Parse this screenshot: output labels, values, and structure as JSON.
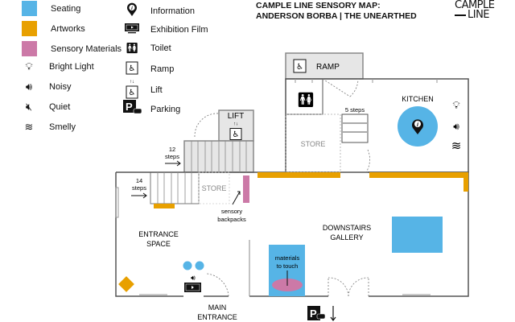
{
  "title": {
    "line1": "CAMPLE LINE SENSORY MAP:",
    "line2": "ANDERSON BORBA | THE UNEARTHED"
  },
  "logo": {
    "line1": "CAMPLE",
    "line2": "LINE"
  },
  "colors": {
    "seating": "#56b4e6",
    "artworks": "#e8a000",
    "sensory": "#cc79a7",
    "stairs": "#e6e6e6"
  },
  "legend": {
    "left": [
      {
        "label": "Seating",
        "icon": "seating-swatch"
      },
      {
        "label": "Artworks",
        "icon": "artworks-swatch"
      },
      {
        "label": "Sensory Materials",
        "icon": "sensory-swatch"
      },
      {
        "label": "Bright Light",
        "icon": "lightbulb-icon"
      },
      {
        "label": "Noisy",
        "icon": "speaker-loud-icon"
      },
      {
        "label": "Quiet",
        "icon": "speaker-muted-icon"
      },
      {
        "label": "Smelly",
        "icon": "smell-icon"
      }
    ],
    "right": [
      {
        "label": "Information",
        "icon": "info-pin-icon"
      },
      {
        "label": "Exhibition Film",
        "icon": "tv-icon"
      },
      {
        "label": "Toilet",
        "icon": "toilet-icon"
      },
      {
        "label": "Ramp",
        "icon": "ramp-icon"
      },
      {
        "label": "Lift",
        "icon": "lift-icon"
      },
      {
        "label": "Parking",
        "icon": "parking-icon"
      }
    ]
  },
  "map": {
    "ramp": "RAMP",
    "lift": "LIFT",
    "kitchen": "KITCHEN",
    "store_upper": "STORE",
    "store_lower": "STORE",
    "five_steps": "5 steps",
    "twelve_steps": {
      "n": "12",
      "w": "steps"
    },
    "fourteen_steps": {
      "n": "14",
      "w": "steps"
    },
    "sensory_backpacks": {
      "l1": "sensory",
      "l2": "backpacks"
    },
    "entrance_space": {
      "l1": "ENTRANCE",
      "l2": "SPACE"
    },
    "downstairs_gallery": {
      "l1": "DOWNSTAIRS",
      "l2": "GALLERY"
    },
    "materials": {
      "l1": "materials",
      "l2": "to touch"
    },
    "main_entrance": {
      "l1": "MAIN",
      "l2": "ENTRANCE"
    }
  }
}
